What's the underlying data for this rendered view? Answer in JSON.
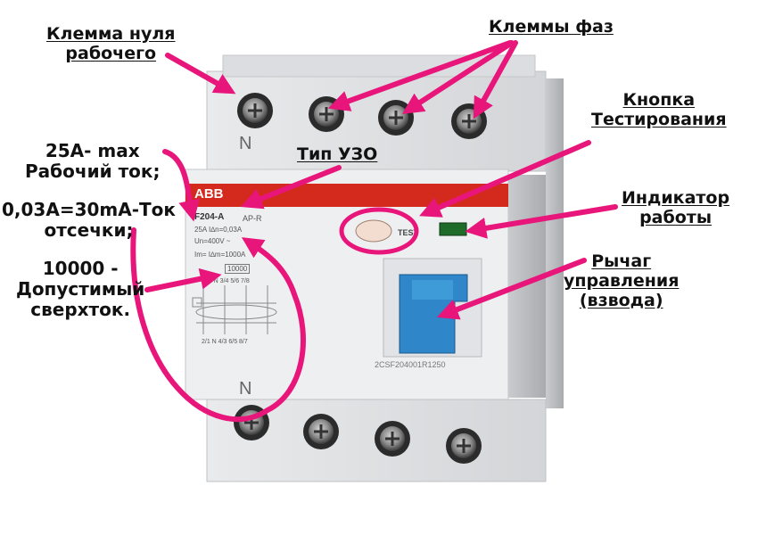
{
  "labels": {
    "neutral_terminal": [
      "Клемма нуля",
      "рабочего"
    ],
    "phase_terminals": "Клеммы фаз",
    "test_button": [
      "Кнопка",
      "Тестирования"
    ],
    "rcd_type": "Тип УЗО",
    "indicator": [
      "Индикатор",
      "работы"
    ],
    "lever": [
      "Рычаг",
      "управления",
      "(взвода)"
    ],
    "rated_current": [
      "25А- max",
      "Рабочий ток;"
    ],
    "trip_current": [
      "0,03А=30mА-Ток",
      "отсечки;"
    ],
    "overcurrent": [
      "10000 -",
      "Допустимый",
      "сверхток."
    ]
  },
  "device": {
    "neutral_mark_top": "N",
    "neutral_mark_bottom": "N",
    "brand": "ABB",
    "model": "F204-A",
    "type_code": "AP-R",
    "rating_line1": "25A  I∆n=0,03A",
    "rating_line2": "Un=400V ~",
    "rating_line3": "Im= I∆m=1000A",
    "rating_line4": "10000",
    "terminals_top": "1/2 N  3/4  5/6  7/8",
    "terminals_bottom": "2/1 N  4/3  6/5  8/7",
    "test_label": "TEST",
    "part_number": "2CSF204001R1250"
  },
  "colors": {
    "arrow": "#e8157a",
    "stripe": "#d42a1e",
    "lever": "#2f86c9",
    "indicator": "#1e6b2a"
  }
}
